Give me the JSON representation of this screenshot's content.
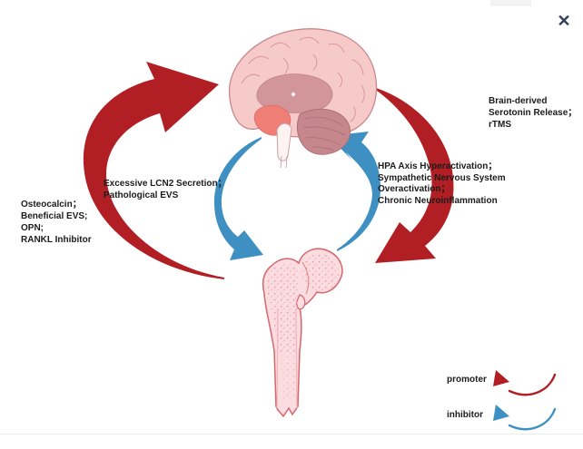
{
  "dialog": {
    "close_icon_glyph": "✕"
  },
  "diagram": {
    "description": "Brain-bone crosstalk cycle diagram",
    "labels": {
      "bone_to_brain_promoters": "Osteocalcin；\nBeneficial EVS;\nOPN;\nRANKL Inhibitor",
      "brain_to_bone_inhibitors": "Excessive LCN2 Secretion；\nPathological EVS",
      "brain_promoters": "Brain-derived\nSerotonin Release；\nrTMS",
      "brain_to_bone_promoters": "HPA Axis Hyperactivation；\nSympathetic Nervous System\nOveractivation；\nChronic Neuroinflammation"
    },
    "legend": {
      "promoter_label": "promoter",
      "inhibitor_label": "inhibitor"
    },
    "arrows": [
      {
        "from": "bone",
        "to": "brain",
        "type": "promoter",
        "color_role": "promoter"
      },
      {
        "from": "brain",
        "to": "bone",
        "type": "promoter",
        "color_role": "promoter"
      },
      {
        "from": "brain",
        "to": "bone",
        "type": "inhibitor",
        "color_role": "inhibitor"
      },
      {
        "from": "bone",
        "to": "brain",
        "type": "inhibitor",
        "color_role": "inhibitor"
      }
    ],
    "colors": {
      "promoter": "#b11f24",
      "inhibitor": "#3f90c2",
      "close_button": "#33405c"
    }
  }
}
